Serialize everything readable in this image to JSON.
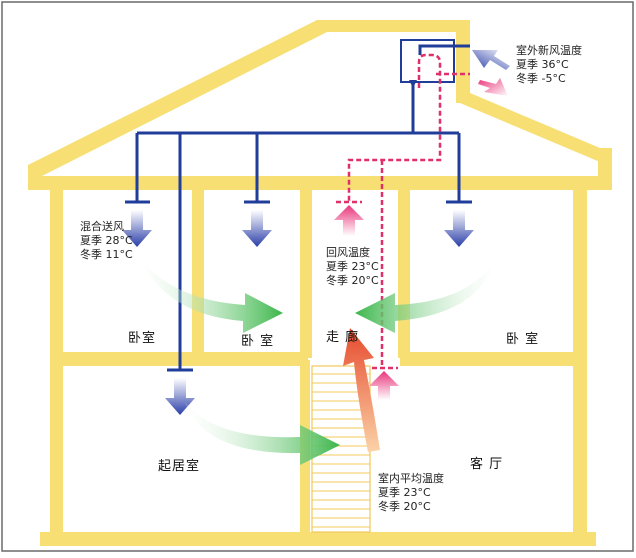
{
  "colors": {
    "wall": "#f7df74",
    "duct_supply": "#1f3d99",
    "duct_return": "#e0306a",
    "flow_green": "#3bb64a",
    "flow_red": "#e6533b"
  },
  "outdoor": {
    "title": "室外新风温度",
    "summer": "夏季 36°C",
    "winter": "冬季 -5°C"
  },
  "supply": {
    "title": "混合送风",
    "summer": "夏季 28°C",
    "winter": "冬季 11°C"
  },
  "return": {
    "title": "回风温度",
    "summer": "夏季 23°C",
    "winter": "冬季 20°C"
  },
  "indoor_avg": {
    "title": "室内平均温度",
    "summer": "夏季 23°C",
    "winter": "冬季 20°C"
  },
  "rooms": {
    "bedroom1": "卧室",
    "bedroom2": "卧 室",
    "corridor": "走 廊",
    "bedroom3": "卧 室",
    "living": "起居室",
    "hall": "客 厅"
  }
}
